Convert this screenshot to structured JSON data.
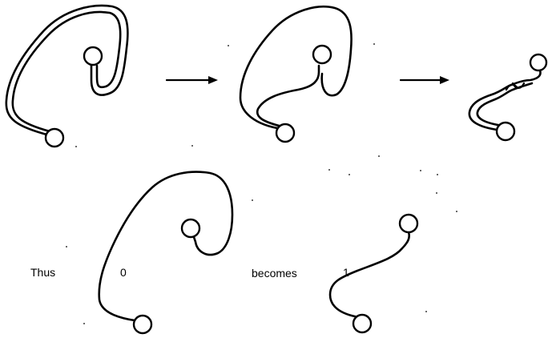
{
  "caption": {
    "prefix": "Thus",
    "first_value": "0",
    "verb": "becomes",
    "second_value": "1"
  }
}
